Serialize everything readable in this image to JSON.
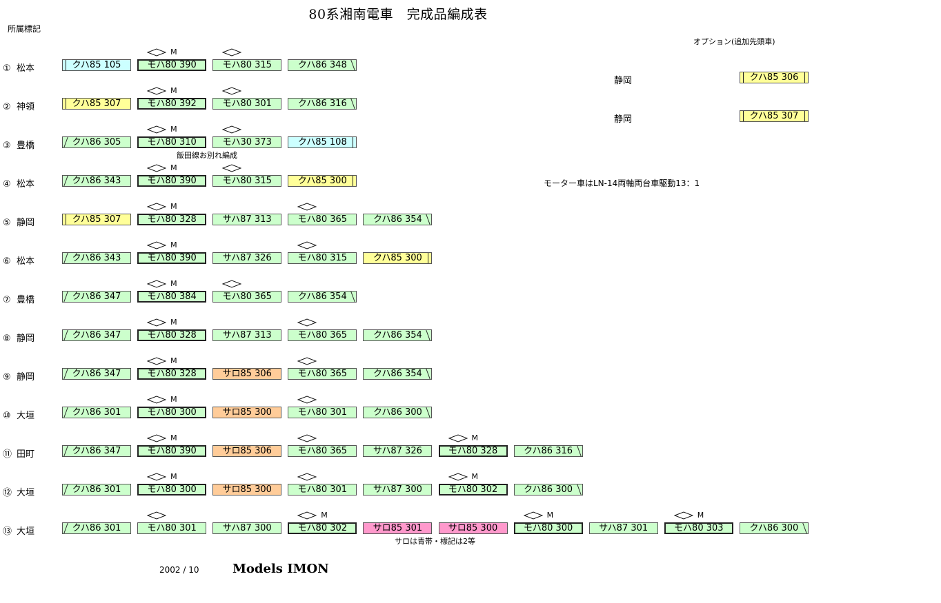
{
  "title": "80系湘南電車　完成品編成表",
  "affiliation_header": "所属標記",
  "option": {
    "header": "オプション(追加先頭車)",
    "items": [
      {
        "station": "静岡",
        "car": "クハ85 306",
        "color": "yellow"
      },
      {
        "station": "静岡",
        "car": "クハ85 307",
        "color": "yellow"
      }
    ]
  },
  "motor_label": "M",
  "colors": {
    "green": "#ccffcc",
    "blue": "#ccffff",
    "yellow": "#ffff99",
    "orange": "#ffcc99",
    "pink": "#ff99cc"
  },
  "formations": [
    {
      "num": "①",
      "station": "松本",
      "cars": [
        {
          "label": "クハ85 105",
          "color": "blue",
          "cab": "left"
        },
        {
          "label": "モハ80 390",
          "color": "green",
          "panto": true,
          "motor": true
        },
        {
          "label": "モハ80 315",
          "color": "green",
          "panto": true
        },
        {
          "label": "クハ86 348",
          "color": "green",
          "cab": "right"
        }
      ]
    },
    {
      "num": "②",
      "station": "神領",
      "cars": [
        {
          "label": "クハ85 307",
          "color": "yellow",
          "cab": "left"
        },
        {
          "label": "モハ80 392",
          "color": "green",
          "panto": true,
          "motor": true
        },
        {
          "label": "モハ80 301",
          "color": "green",
          "panto": true
        },
        {
          "label": "クハ86 316",
          "color": "green",
          "cab": "right"
        }
      ]
    },
    {
      "num": "③",
      "station": "豊橋",
      "note": "飯田線お別れ編成",
      "cars": [
        {
          "label": "クハ86 305",
          "color": "green",
          "cab": "left"
        },
        {
          "label": "モハ80 310",
          "color": "green",
          "panto": true,
          "motor": true
        },
        {
          "label": "モハ30 373",
          "color": "green",
          "panto": true
        },
        {
          "label": "クハ85 108",
          "color": "blue",
          "cab": "right"
        }
      ]
    },
    {
      "num": "④",
      "station": "松本",
      "cars": [
        {
          "label": "クハ86 343",
          "color": "green",
          "cab": "left"
        },
        {
          "label": "モハ80 390",
          "color": "green",
          "panto": true,
          "motor": true
        },
        {
          "label": "モハ80 315",
          "color": "green",
          "panto": true
        },
        {
          "label": "クハ85 300",
          "color": "yellow",
          "cab": "right"
        }
      ]
    },
    {
      "num": "⑤",
      "station": "静岡",
      "cars": [
        {
          "label": "クハ85 307",
          "color": "yellow",
          "cab": "left"
        },
        {
          "label": "モハ80 328",
          "color": "green",
          "panto": true,
          "motor": true
        },
        {
          "label": "サハ87 313",
          "color": "green"
        },
        {
          "label": "モハ80 365",
          "color": "green",
          "panto": true
        },
        {
          "label": "クハ86 354",
          "color": "green",
          "cab": "right"
        }
      ]
    },
    {
      "num": "⑥",
      "station": "松本",
      "cars": [
        {
          "label": "クハ86 343",
          "color": "green",
          "cab": "left"
        },
        {
          "label": "モハ80 390",
          "color": "green",
          "panto": true,
          "motor": true
        },
        {
          "label": "サハ87 326",
          "color": "green"
        },
        {
          "label": "モハ80 315",
          "color": "green",
          "panto": true
        },
        {
          "label": "クハ85 300",
          "color": "yellow",
          "cab": "right"
        }
      ]
    },
    {
      "num": "⑦",
      "station": "豊橋",
      "cars": [
        {
          "label": "クハ86 347",
          "color": "green",
          "cab": "left"
        },
        {
          "label": "モハ80 384",
          "color": "green",
          "panto": true,
          "motor": true
        },
        {
          "label": "モハ80 365",
          "color": "green",
          "panto": true
        },
        {
          "label": "クハ86 354",
          "color": "green",
          "cab": "right"
        }
      ]
    },
    {
      "num": "⑧",
      "station": "静岡",
      "cars": [
        {
          "label": "クハ86 347",
          "color": "green",
          "cab": "left"
        },
        {
          "label": "モハ80 328",
          "color": "green",
          "panto": true,
          "motor": true
        },
        {
          "label": "サハ87 313",
          "color": "green"
        },
        {
          "label": "モハ80 365",
          "color": "green",
          "panto": true
        },
        {
          "label": "クハ86 354",
          "color": "green",
          "cab": "right"
        }
      ]
    },
    {
      "num": "⑨",
      "station": "静岡",
      "cars": [
        {
          "label": "クハ86 347",
          "color": "green",
          "cab": "left"
        },
        {
          "label": "モハ80 328",
          "color": "green",
          "panto": true,
          "motor": true
        },
        {
          "label": "サロ85 306",
          "color": "orange"
        },
        {
          "label": "モハ80 365",
          "color": "green",
          "panto": true
        },
        {
          "label": "クハ86 354",
          "color": "green",
          "cab": "right"
        }
      ]
    },
    {
      "num": "⑩",
      "station": "大垣",
      "cars": [
        {
          "label": "クハ86 301",
          "color": "green",
          "cab": "left"
        },
        {
          "label": "モハ80 300",
          "color": "green",
          "panto": true,
          "motor": true
        },
        {
          "label": "サロ85 300",
          "color": "orange"
        },
        {
          "label": "モハ80 301",
          "color": "green",
          "panto": true
        },
        {
          "label": "クハ86 300",
          "color": "green",
          "cab": "right"
        }
      ]
    },
    {
      "num": "⑪",
      "station": "田町",
      "cars": [
        {
          "label": "クハ86 347",
          "color": "green",
          "cab": "left"
        },
        {
          "label": "モハ80 390",
          "color": "green",
          "panto": true,
          "motor": true
        },
        {
          "label": "サロ85 306",
          "color": "orange"
        },
        {
          "label": "モハ80 365",
          "color": "green",
          "panto": true
        },
        {
          "label": "サハ87 326",
          "color": "green"
        },
        {
          "label": "モハ80 328",
          "color": "green",
          "panto": true,
          "motor": true
        },
        {
          "label": "クハ86 316",
          "color": "green",
          "cab": "right"
        }
      ]
    },
    {
      "num": "⑫",
      "station": "大垣",
      "cars": [
        {
          "label": "クハ86 301",
          "color": "green",
          "cab": "left"
        },
        {
          "label": "モハ80 300",
          "color": "green",
          "panto": true,
          "motor": true
        },
        {
          "label": "サロ85 300",
          "color": "orange"
        },
        {
          "label": "モハ80 301",
          "color": "green",
          "panto": true
        },
        {
          "label": "サハ87 300",
          "color": "green"
        },
        {
          "label": "モハ80 302",
          "color": "green",
          "panto": true,
          "motor": true
        },
        {
          "label": "クハ86 300",
          "color": "green",
          "cab": "right"
        }
      ]
    },
    {
      "num": "⑬",
      "station": "大垣",
      "note": "サロは青帯・標記は2等",
      "cars": [
        {
          "label": "クハ86 301",
          "color": "green",
          "cab": "left"
        },
        {
          "label": "モハ80 301",
          "color": "green",
          "panto": true
        },
        {
          "label": "サハ87 300",
          "color": "green"
        },
        {
          "label": "モハ80 302",
          "color": "green",
          "panto": true,
          "motor": true
        },
        {
          "label": "サロ85 301",
          "color": "pink"
        },
        {
          "label": "サロ85 300",
          "color": "pink"
        },
        {
          "label": "モハ80 300",
          "color": "green",
          "panto": true,
          "motor": true
        },
        {
          "label": "サハ87 301",
          "color": "green"
        },
        {
          "label": "モハ80 303",
          "color": "green",
          "panto": true,
          "motor": true
        },
        {
          "label": "クハ86 300",
          "color": "green",
          "cab": "right"
        }
      ]
    }
  ],
  "motor_note": "モーター車はLN-14両軸両台車駆動13：1",
  "footer": {
    "date": "2002 / 10",
    "brand": "Models IMON"
  }
}
